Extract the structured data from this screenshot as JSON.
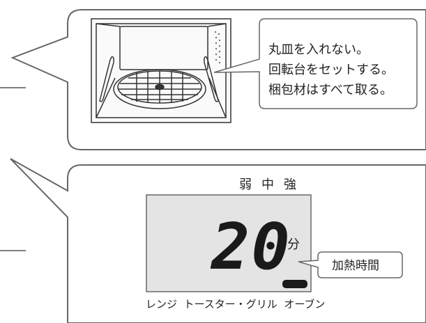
{
  "top_callout": {
    "note_lines": [
      "丸皿を入れない。",
      "回転台をセットする。",
      "梱包材はすべて取る。"
    ]
  },
  "bottom_callout": {
    "power_levels": [
      "弱",
      "中",
      "強"
    ],
    "display": {
      "value": "20",
      "unit": "分"
    },
    "heating_time_label": "加熱時間",
    "modes": "レンジ  トースター・グリル  オーブン"
  }
}
